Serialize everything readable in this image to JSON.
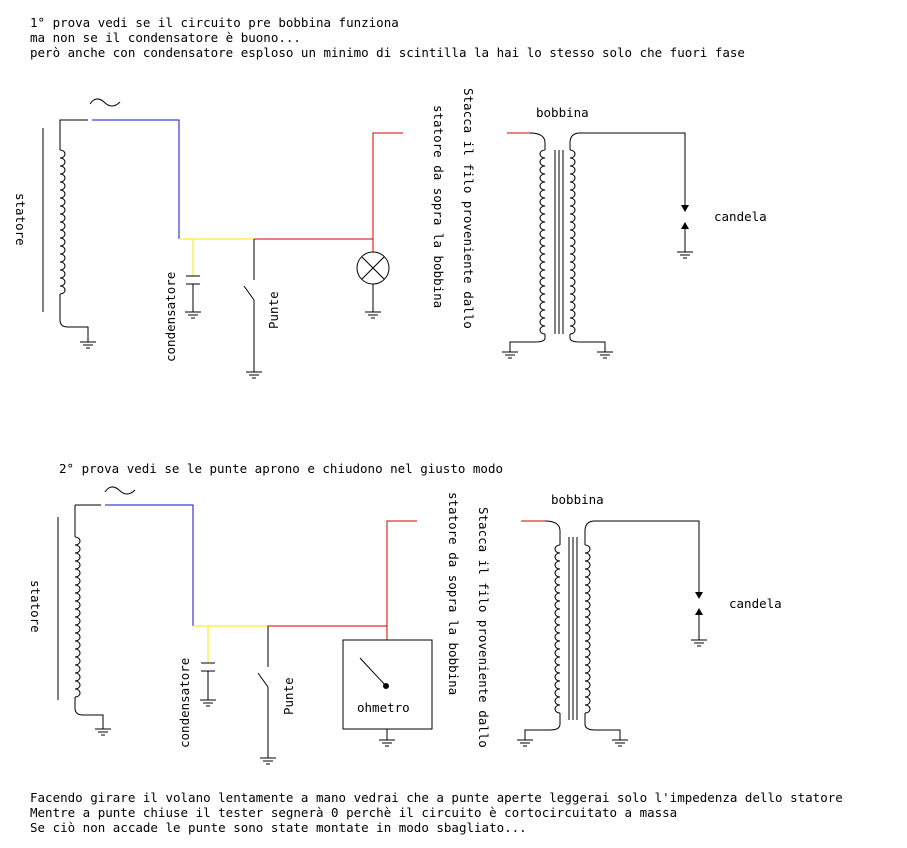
{
  "test1": {
    "lines": [
      "1° prova vedi se il circuito pre bobbina funziona",
      "ma non se il condensatore è buono...",
      "però anche con condensatore esploso un minimo di scintilla la hai lo stesso solo che fuori fase"
    ],
    "labels": {
      "statore": "statore",
      "condensatore": "condensatore",
      "punte": "Punte",
      "bobbina": "bobbina",
      "candela": "candela",
      "note_a": "Stacca il filo proveniente dallo",
      "note_b": "statore da sopra la bobbina"
    }
  },
  "test2": {
    "heading": "2° prova vedi se le punte aprono e chiudono nel giusto modo",
    "labels": {
      "statore": "statore",
      "condensatore": "condensatore",
      "punte": "Punte",
      "ohmetro": "ohmetro",
      "bobbina": "bobbina",
      "candela": "candela",
      "note_a": "Stacca il filo proveniente dallo",
      "note_b": "statore da sopra la bobbina"
    },
    "footer": [
      "Facendo girare il volano lentamente a mano vedrai che a punte aperte leggerai solo l'impedenza dello statore",
      "Mentre a punte chiuse il tester segnerà 0 perchè il circuito è cortocircuitato a massa",
      "Se ciò non accade le punte sono state montate in modo sbagliato..."
    ]
  },
  "colors": {
    "blue": "#1010c0",
    "yellow": "#ffe600",
    "red": "#d00000",
    "black": "#000000"
  }
}
